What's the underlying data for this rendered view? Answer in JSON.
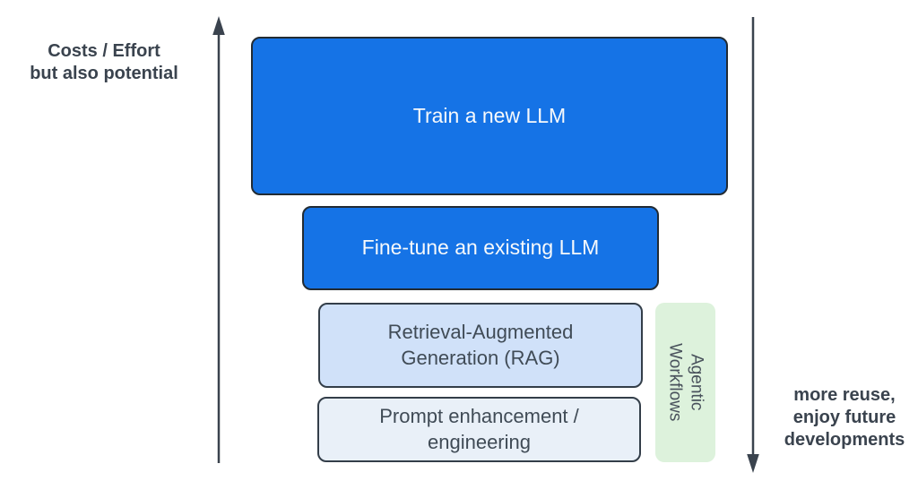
{
  "diagram": {
    "title_context": "LLM adoption approaches stacked by cost and effort",
    "palette": {
      "blue": "#1573e6",
      "light_blue": "#d0e1f9",
      "pale_blue": "#e9f0f8",
      "light_green": "#ddf2dc",
      "dark_slate": "#3a434e",
      "white_text": "#f7f9fb"
    },
    "left_axis": {
      "label": "Costs / Effort\nbut also potential",
      "arrow_direction": "up"
    },
    "right_axis": {
      "label": "more reuse,\nenjoy future\ndevelopments",
      "arrow_direction": "down"
    },
    "boxes": {
      "train": {
        "label": "Train a new LLM"
      },
      "finetune": {
        "label": "Fine-tune an existing LLM"
      },
      "rag": {
        "label": "Retrieval-Augmented\nGeneration (RAG)"
      },
      "prompt": {
        "label": "Prompt enhancement /\nengineering"
      },
      "agentic": {
        "label": "Agentic\nWorkflows"
      }
    }
  }
}
